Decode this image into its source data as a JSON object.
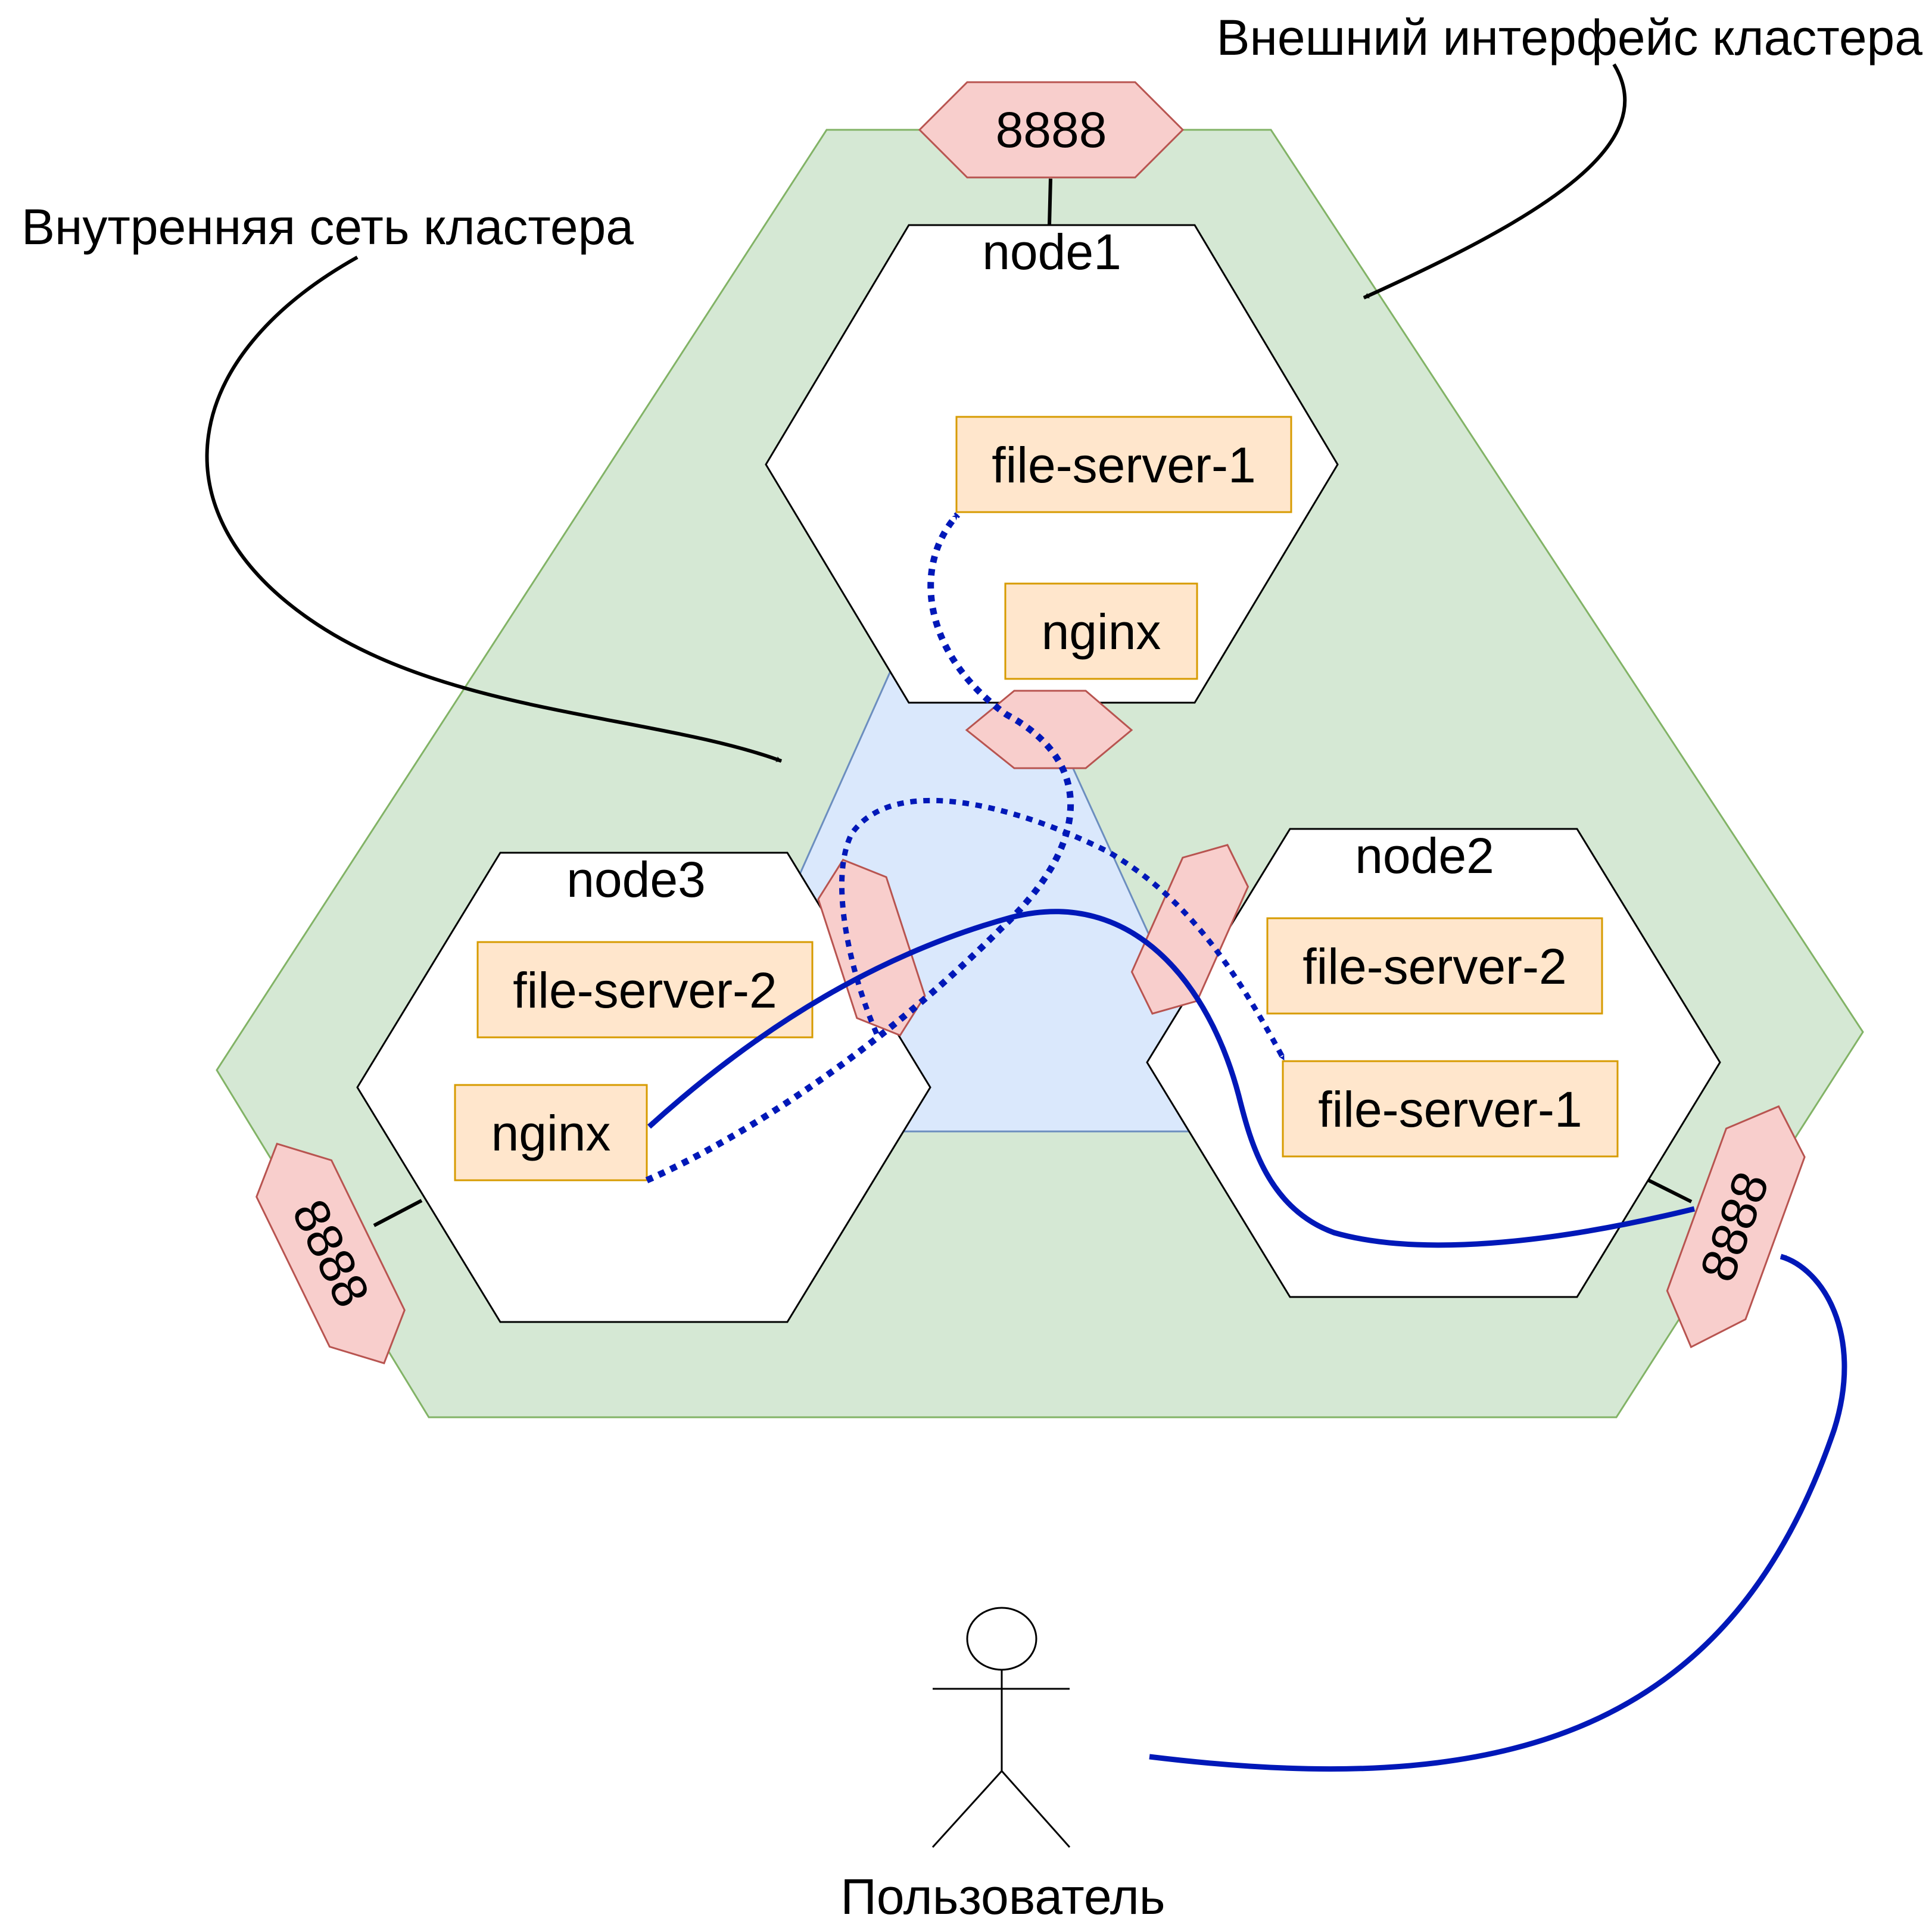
{
  "annotations": {
    "external_interface": "Внешний интерфейс кластера",
    "internal_network": "Внутренняя сеть кластера"
  },
  "user": {
    "label": "Пользователь"
  },
  "ports": {
    "top": "8888",
    "right": "8888",
    "left": "8888"
  },
  "nodes": {
    "node1": {
      "title": "node1",
      "service_a": "file-server-1",
      "service_b": "nginx"
    },
    "node2": {
      "title": "node2",
      "service_a": "file-server-2",
      "service_b": "file-server-1"
    },
    "node3": {
      "title": "node3",
      "service_a": "file-server-2",
      "service_b": "nginx"
    }
  },
  "colors": {
    "outer_fill": "#d5e8d4",
    "outer_stroke": "#82b366",
    "inner_fill": "#dae8fc",
    "inner_stroke": "#6c8ebf",
    "port_fill": "#f8cecc",
    "port_stroke": "#b85450",
    "service_fill": "#ffe6cc",
    "service_stroke": "#d79b00",
    "flow": "#0018b8"
  }
}
